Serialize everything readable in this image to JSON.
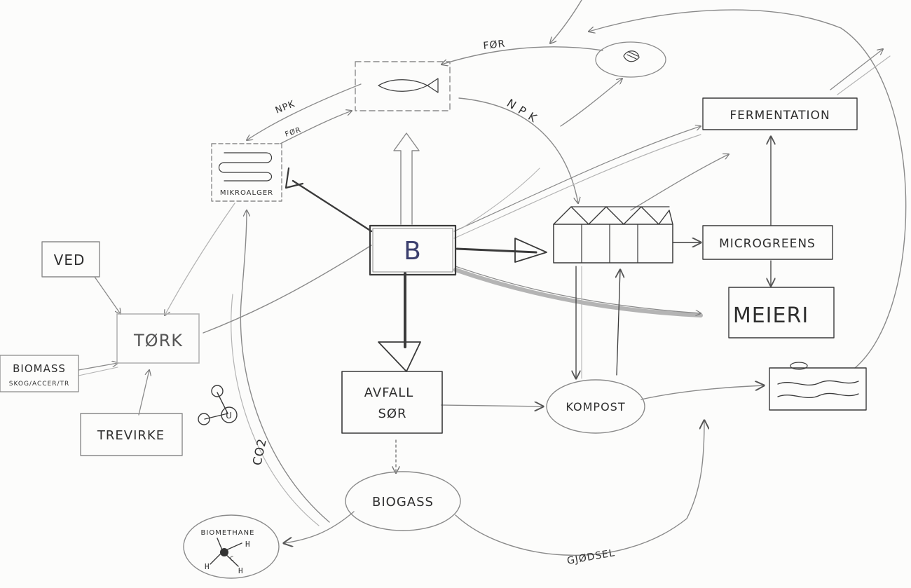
{
  "nodes": {
    "center": "B",
    "mikroalger": "MIKROALGER",
    "ved": "VED",
    "tork": "TØRK",
    "biomass": "BIOMASS",
    "biomass_sub": "SKOG/ACCER/TR",
    "trevirke": "TREVIRKE",
    "avfall_line1": "AVFALL",
    "avfall_line2": "SØR",
    "biogass": "BIOGASS",
    "biomethane": "BIOMETHANE",
    "kompost": "KOMPOST",
    "fermentation": "FERMENTATION",
    "microgreens": "MICROGREENS",
    "meieri": "MEIERI",
    "molecule_atom": "U"
  },
  "edge_labels": {
    "for_top": "FØR",
    "for_small": "FØR",
    "npk_left": "NPK",
    "npk_right": "N P K",
    "co2": "CO2",
    "gjodsel": "GJØDSEL"
  },
  "molecule_letters": [
    "H",
    "H",
    "H",
    "C"
  ],
  "colors": {
    "ink": "#3a3a3a",
    "paper": "#fcfcfb",
    "light_ink": "#8a8a8a"
  }
}
